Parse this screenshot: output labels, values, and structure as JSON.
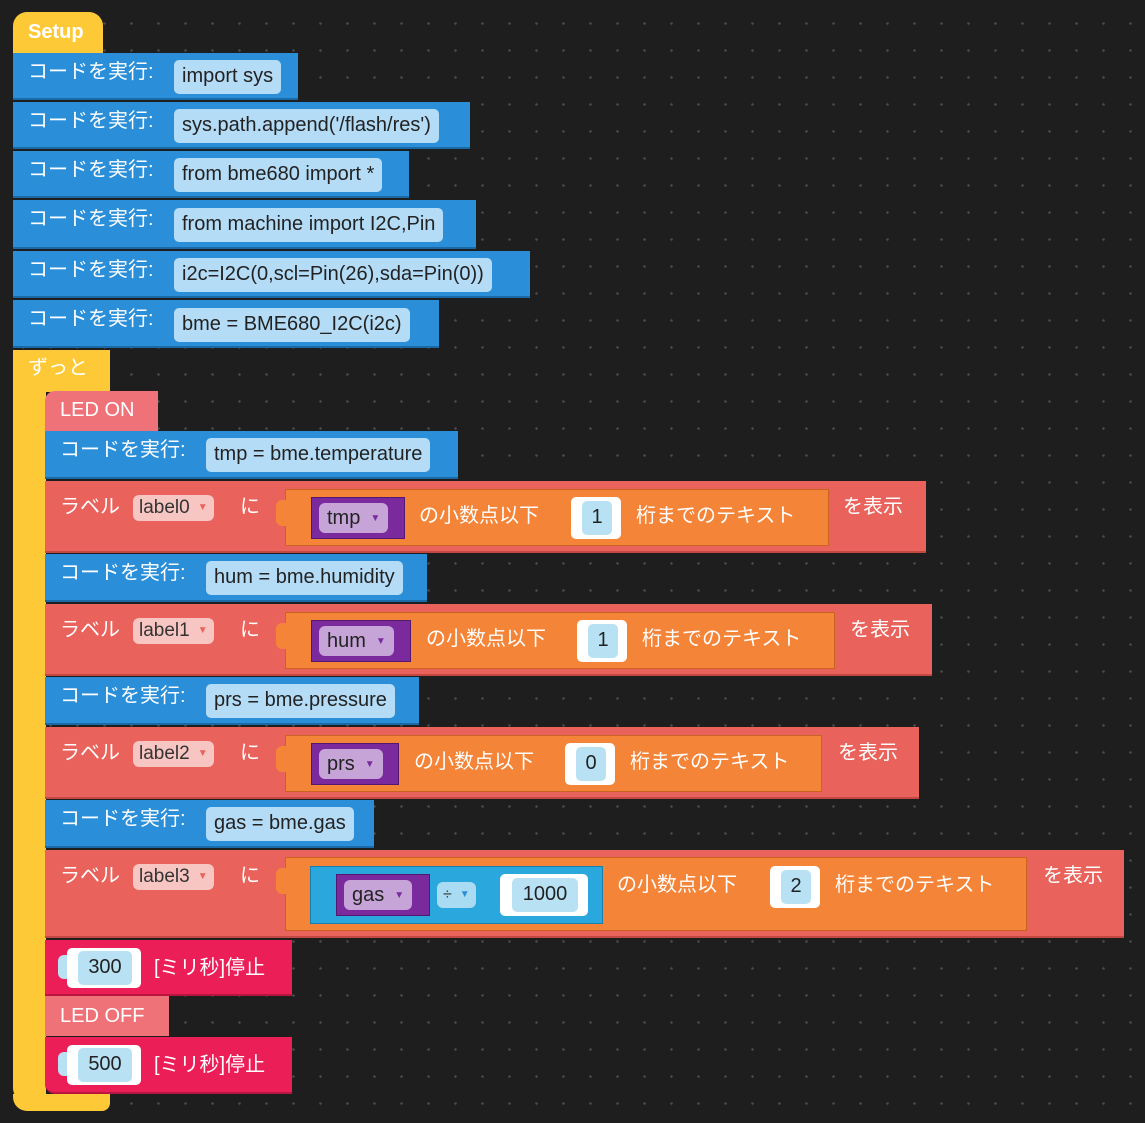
{
  "setup": {
    "hat_label": "Setup",
    "run_code_label": "コードを実行:",
    "code_lines": [
      "import sys",
      "sys.path.append('/flash/res')",
      "from bme680 import *",
      "from machine import I2C,Pin",
      "i2c=I2C(0,scl=Pin(26),sda=Pin(0))",
      "bme = BME680_I2C(i2c)"
    ]
  },
  "loop": {
    "label": "ずっと",
    "led_on": "LED ON",
    "led_off": "LED OFF",
    "run_code_label": "コードを実行:",
    "label_prefix": "ラベル",
    "label_ni": "に",
    "show_label": "を表示",
    "decimal_label": "の小数点以下",
    "digits_label": "桁までのテキスト",
    "wait_label": "[ミリ秒]停止",
    "rows": [
      {
        "code": "tmp = bme.temperature",
        "label_name": "label0",
        "variable": "tmp",
        "digits": "1"
      },
      {
        "code": "hum = bme.humidity",
        "label_name": "label1",
        "variable": "hum",
        "digits": "1"
      },
      {
        "code": "prs = bme.pressure",
        "label_name": "label2",
        "variable": "prs",
        "digits": "0"
      },
      {
        "code": "gas = bme.gas",
        "label_name": "label3",
        "variable": "gas",
        "divide_op": "÷",
        "divisor": "1000",
        "digits": "2"
      }
    ],
    "wait_1": "300",
    "wait_2": "500"
  },
  "icons": {
    "dropdown": "chevron-down-icon"
  },
  "colors": {
    "event_yellow": "#fec937",
    "code_blue": "#2a8fd8",
    "label_red": "#e9625b",
    "led_pink": "#ef7278",
    "wait_magenta": "#ec1e58",
    "text_orange": "#f48437",
    "variable_purple": "#7a2a9c",
    "math_blue": "#2aa7dc"
  }
}
